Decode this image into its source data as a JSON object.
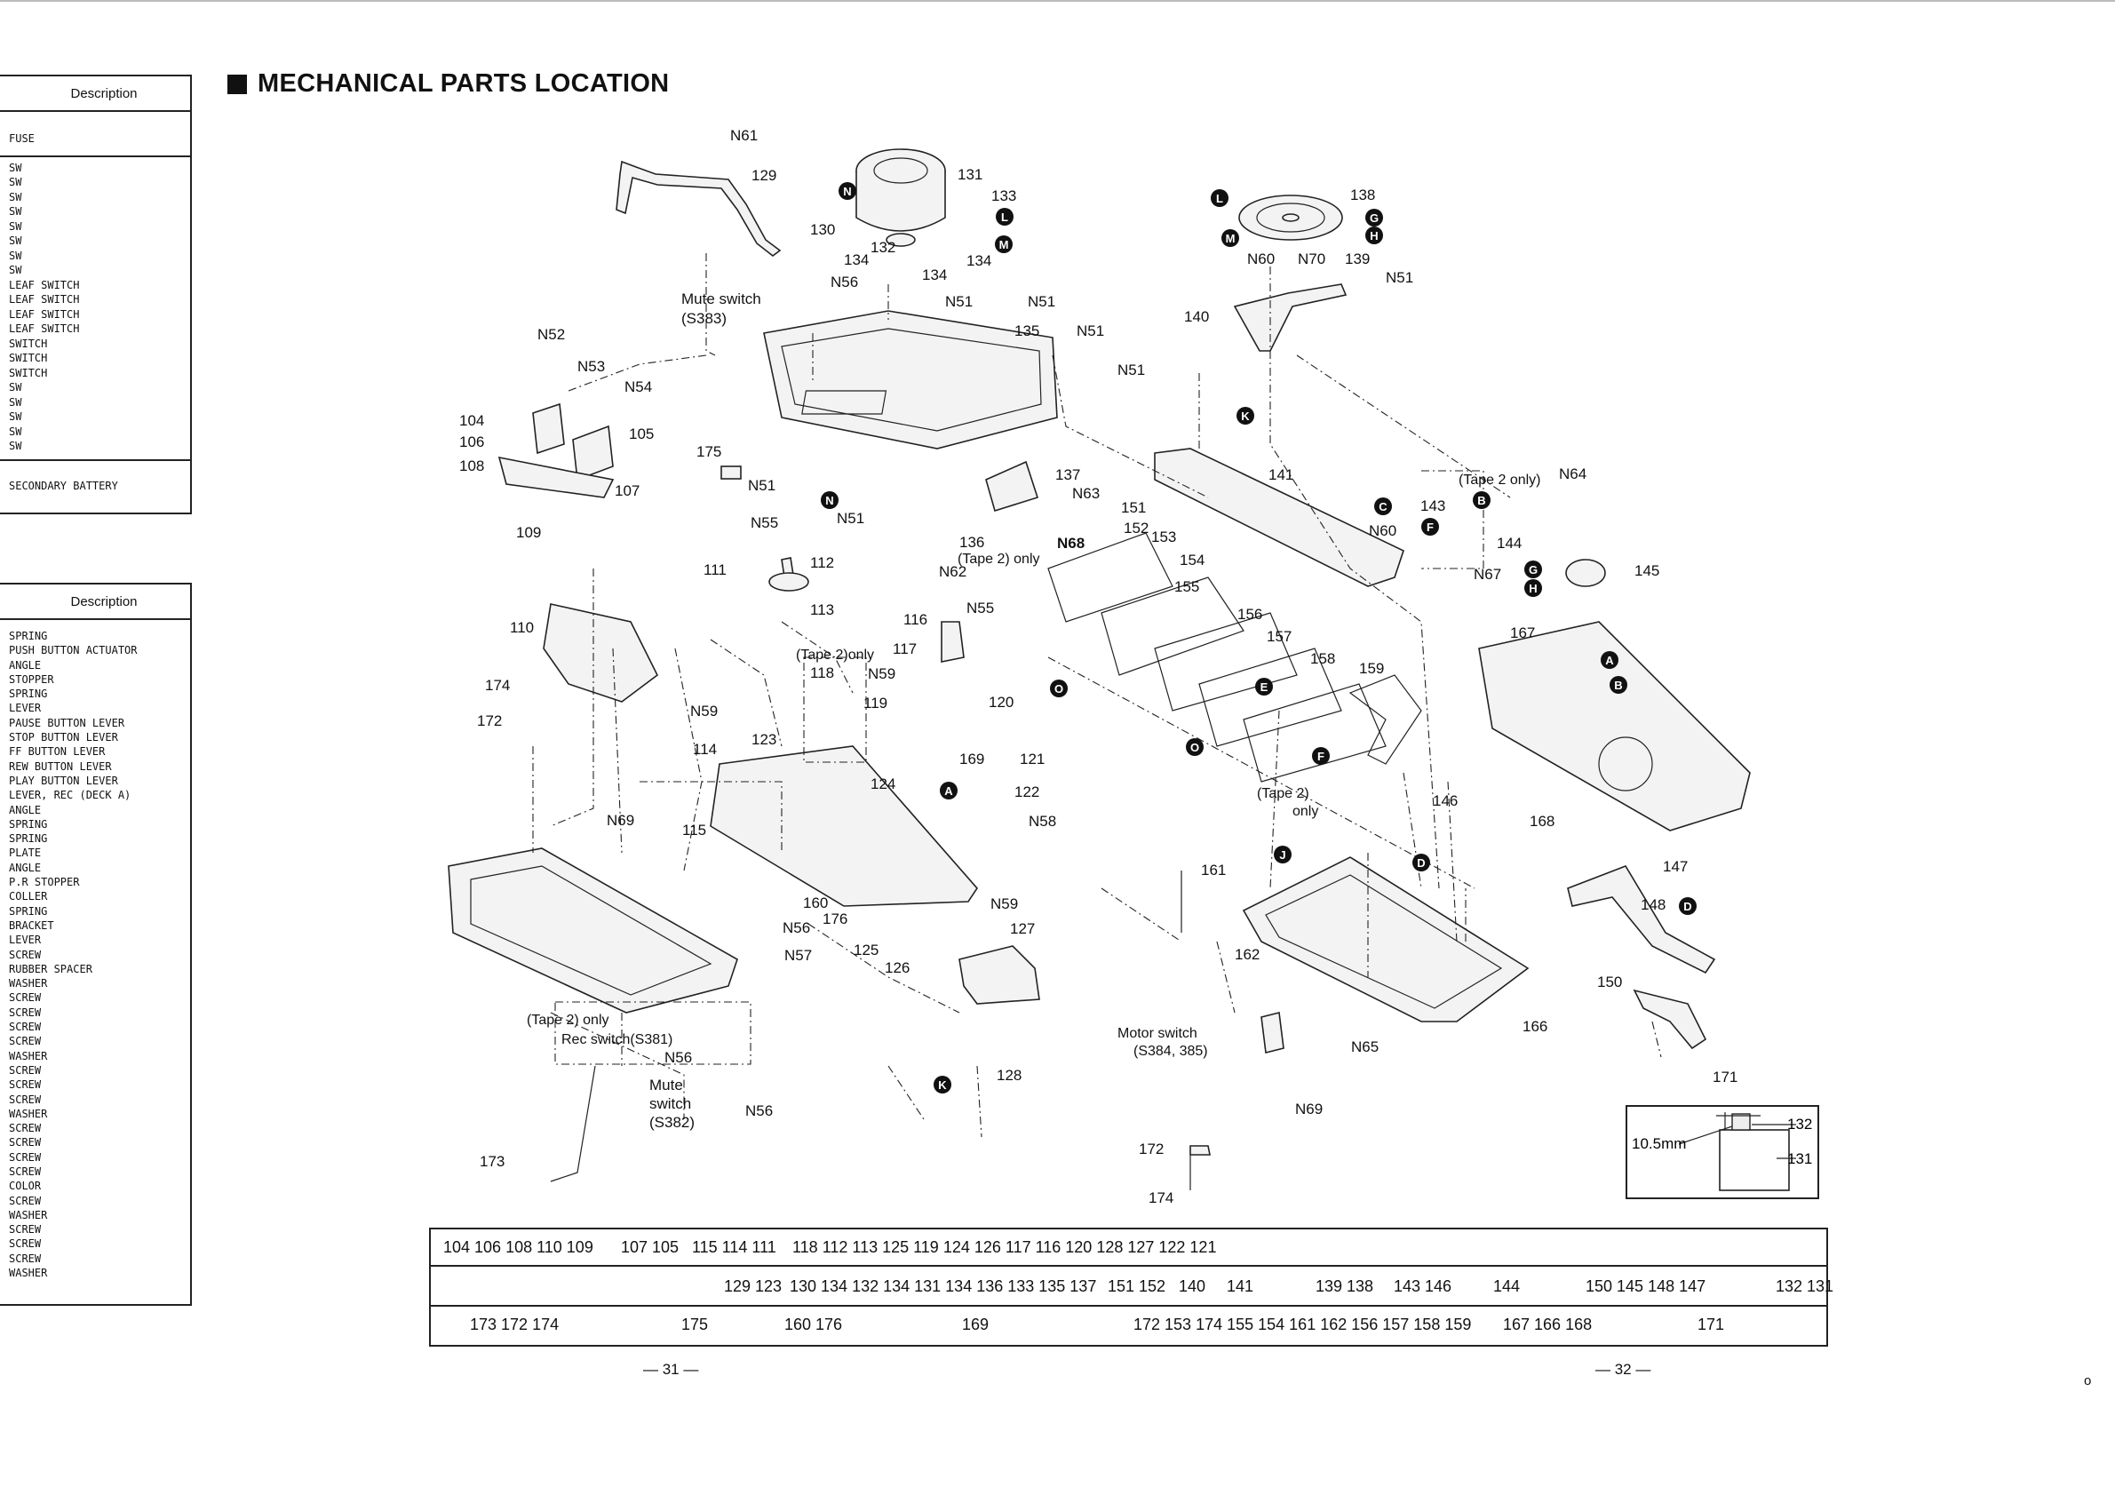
{
  "page": {
    "title": "MECHANICAL PARTS LOCATION"
  },
  "left_table_1": {
    "header": "Description",
    "groups": [
      [
        "FUSE"
      ],
      [
        "SW",
        "SW",
        "SW",
        "SW",
        "SW",
        "SW",
        "SW",
        "SW",
        "LEAF SWITCH",
        "LEAF SWITCH",
        "LEAF SWITCH",
        "LEAF SWITCH",
        "SWITCH",
        "SWITCH",
        "SWITCH",
        "SW",
        "SW",
        "SW",
        "SW",
        "SW"
      ],
      [
        "SECONDARY BATTERY"
      ]
    ]
  },
  "left_table_2": {
    "header": "Description",
    "items": [
      "SPRING",
      "PUSH BUTTON ACTUATOR",
      "ANGLE",
      "STOPPER",
      "SPRING",
      "LEVER",
      "PAUSE BUTTON LEVER",
      "STOP BUTTON LEVER",
      "FF BUTTON LEVER",
      "REW BUTTON LEVER",
      "PLAY BUTTON LEVER",
      "LEVER, REC (DECK A)",
      "ANGLE",
      "SPRING",
      "SPRING",
      "PLATE",
      "ANGLE",
      "P.R STOPPER",
      "COLLER",
      "SPRING",
      "BRACKET",
      "LEVER",
      "SCREW",
      "RUBBER SPACER",
      "WASHER",
      "SCREW",
      "SCREW",
      "SCREW",
      "SCREW",
      "WASHER",
      "SCREW",
      "SCREW",
      "SCREW",
      "WASHER",
      "SCREW",
      "SCREW",
      "SCREW",
      "SCREW",
      "COLOR",
      "SCREW",
      "WASHER",
      "SCREW",
      "SCREW",
      "SCREW",
      "WASHER"
    ]
  },
  "diagram": {
    "labels": {
      "n61": "N61",
      "p129": "129",
      "p130": "130",
      "p131": "131",
      "p133": "133",
      "p132": "132",
      "p134a": "134",
      "p134b": "134",
      "p134c": "134",
      "n56a": "N56",
      "n51a": "N51",
      "n51b": "N51",
      "p135": "135",
      "n51c": "N51",
      "n51d": "N51",
      "mute_switch_1": "Mute switch",
      "s383": "(S383)",
      "n52": "N52",
      "n53": "N53",
      "n54": "N54",
      "p104": "104",
      "p106": "106",
      "p108": "108",
      "p105": "105",
      "p107": "107",
      "p175": "175",
      "n51e": "N51",
      "n51f": "N51",
      "p137": "137",
      "n63": "N63",
      "n68": "N68",
      "p136": "136",
      "tape2only_a": "(Tape 2) only",
      "n62": "N62",
      "n55a": "N55",
      "p112": "112",
      "p109": "109",
      "p111": "111",
      "p113": "113",
      "p110": "110",
      "p116": "116",
      "n55b": "N55",
      "tape2only_b": "(Tape 2)only",
      "p117": "117",
      "p118": "118",
      "n59a": "N59",
      "p119": "119",
      "p120": "120",
      "p174a": "174",
      "p172a": "172",
      "n59b": "N59",
      "p114": "114",
      "p123": "123",
      "p169": "169",
      "p121": "121",
      "p124": "124",
      "p122": "122",
      "n58": "N58",
      "n69a": "N69",
      "p115": "115",
      "p160": "160",
      "p176": "176",
      "n56b": "N56",
      "n57": "N57",
      "p125": "125",
      "p126": "126",
      "n59c": "N59",
      "p127": "127",
      "tape2only_c": "(Tape 2) only",
      "rec_switch": "Rec switch(S381)",
      "n56c": "N56",
      "mute_switch_2a": "Mute",
      "mute_switch_2b": "switch",
      "s382": "(S382)",
      "n56d": "N56",
      "p128": "128",
      "p173": "173",
      "p138": "138",
      "n60a": "N60",
      "n70": "N70",
      "p139": "139",
      "n51g": "N51",
      "p140": "140",
      "p141": "141",
      "tape2only_d": "(Tape 2 only)",
      "n64": "N64",
      "p143": "143",
      "n60b": "N60",
      "p144": "144",
      "p145": "145",
      "n67": "N67",
      "p167": "167",
      "p151": "151",
      "p152": "152",
      "p153": "153",
      "p154": "154",
      "p155": "155",
      "p156": "156",
      "p157": "157",
      "p158": "158",
      "p159": "159",
      "tape2_e": "(Tape 2)",
      "only_e": "only",
      "p146": "146",
      "p168": "168",
      "p161": "161",
      "p147": "147",
      "p148": "148",
      "p162": "162",
      "p150": "150",
      "motor_switch": "Motor switch",
      "s384": "(S384, 385)",
      "n65": "N65",
      "p166": "166",
      "p171": "171",
      "n69b": "N69",
      "p172b": "172",
      "p174b": "174"
    },
    "callouts": [
      "N",
      "L",
      "M",
      "L",
      "M",
      "G",
      "H",
      "K",
      "C",
      "F",
      "B",
      "G",
      "H",
      "A",
      "B",
      "N",
      "O",
      "E",
      "O",
      "F",
      "J",
      "D",
      "D",
      "A",
      "K"
    ]
  },
  "inset": {
    "dimension": "10.5mm",
    "part_upper": "132",
    "part_lower": "131"
  },
  "index_table": {
    "row1": [
      "104 106 108 110 109",
      "107 105",
      "115 114 111",
      "118 112 113 125 119 124 126 117 116 120 128 127 122 121"
    ],
    "row2": [
      "129 123",
      "130 134 132 134 131 134 136 133 135 137",
      "151 152",
      "140",
      "141",
      "139 138",
      "143 146",
      "144",
      "150 145 148 147",
      "132 131"
    ],
    "row3": [
      "173 172 174",
      "175",
      "160 176",
      "169",
      "172 153 174 155 154 161 162 156 157 158 159",
      "167 166 168",
      "171"
    ]
  },
  "page_numbers": {
    "left": "— 31 —",
    "right": "— 32 —",
    "corner": "o"
  }
}
